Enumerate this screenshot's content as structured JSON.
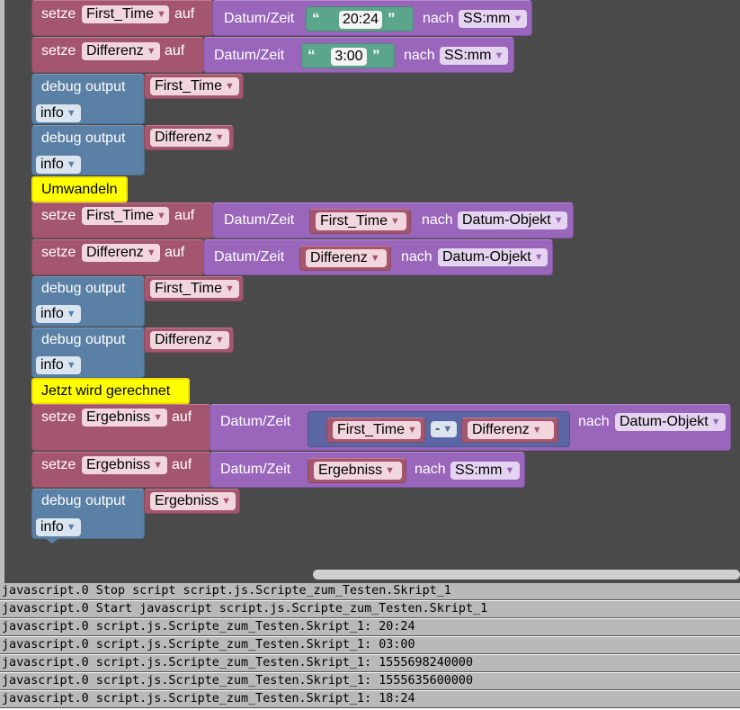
{
  "blocks": {
    "setze": "setze",
    "auf": "auf",
    "datum_zeit": "Datum/Zeit",
    "nach": "nach",
    "debug_output": "debug output",
    "info": "info",
    "minus": "-"
  },
  "vars": {
    "first_time": "First_Time",
    "differenz": "Differenz",
    "ergebniss": "Ergebniss"
  },
  "strings": {
    "time_value": "20:24",
    "diff_value": "3:00"
  },
  "formats": {
    "ssmm": "SS:mm",
    "datum_objekt": "Datum-Objekt"
  },
  "comments": {
    "umwandeln": "Umwandeln",
    "gerechnet": "Jetzt wird gerechnet"
  },
  "icons": {
    "dropdown": "▼",
    "quote_open": "“",
    "quote_close": "”"
  },
  "log": {
    "lines": [
      "javascript.0 Stop script script.js.Scripte_zum_Testen.Skript_1",
      "javascript.0 Start javascript script.js.Scripte_zum_Testen.Skript_1",
      "javascript.0 script.js.Scripte_zum_Testen.Skript_1: 20:24",
      "javascript.0 script.js.Scripte_zum_Testen.Skript_1: 03:00",
      "javascript.0 script.js.Scripte_zum_Testen.Skript_1: 1555698240000",
      "javascript.0 script.js.Scripte_zum_Testen.Skript_1: 1555635600000",
      "javascript.0 script.js.Scripte_zum_Testen.Skript_1: 18:24"
    ]
  },
  "colors": {
    "workspace": "#4a4a4a",
    "variable_block": "#a5566f",
    "debug_block": "#5b80a5",
    "date_block": "#9966bb",
    "string_block": "#5ba58c",
    "comment": "#ffff00",
    "math_block": "#5b67a5"
  }
}
